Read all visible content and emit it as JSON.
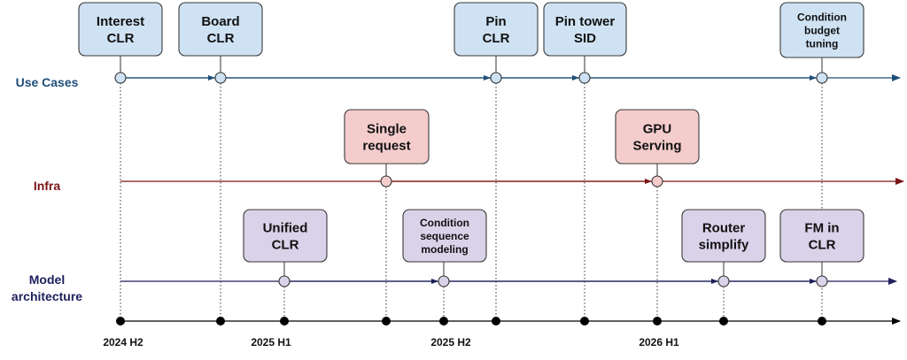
{
  "lanes": [
    {
      "id": "use_cases",
      "label": [
        "Use Cases"
      ],
      "color": "#1f4e79",
      "events": [
        {
          "label": [
            "Interest",
            "CLR"
          ]
        },
        {
          "label": [
            "Board",
            "CLR"
          ]
        },
        {
          "label": [
            "Pin",
            "CLR"
          ]
        },
        {
          "label": [
            "Pin tower",
            "SID"
          ]
        },
        {
          "label": [
            "Condition",
            "budget",
            "tuning"
          ]
        }
      ]
    },
    {
      "id": "infra",
      "label": [
        "Infra"
      ],
      "color": "#7b1515",
      "events": [
        {
          "label": [
            "Single",
            "request"
          ]
        },
        {
          "label": [
            "GPU",
            "Serving"
          ]
        }
      ]
    },
    {
      "id": "model_architecture",
      "label": [
        "Model",
        "architecture"
      ],
      "color": "#1f1f5e",
      "events": [
        {
          "label": [
            "Unified",
            "CLR"
          ]
        },
        {
          "label": [
            "Condition",
            "sequence",
            "modeling"
          ]
        },
        {
          "label": [
            "Router",
            "simplify"
          ]
        },
        {
          "label": [
            "FM in",
            "CLR"
          ]
        }
      ]
    }
  ],
  "timeline": {
    "labels": [
      "2024 H2",
      "2025 H1",
      "2025 H2",
      "2026 H1"
    ]
  },
  "colors": {
    "use_cases_box": "#cfe2f3",
    "infra_box": "#f4cccc",
    "model_box": "#d9d2e9",
    "use_cases_arrow": "#1f4e79",
    "infra_arrow": "#7b1515",
    "model_arrow": "#1f1f5e",
    "timeline": "#000000"
  }
}
